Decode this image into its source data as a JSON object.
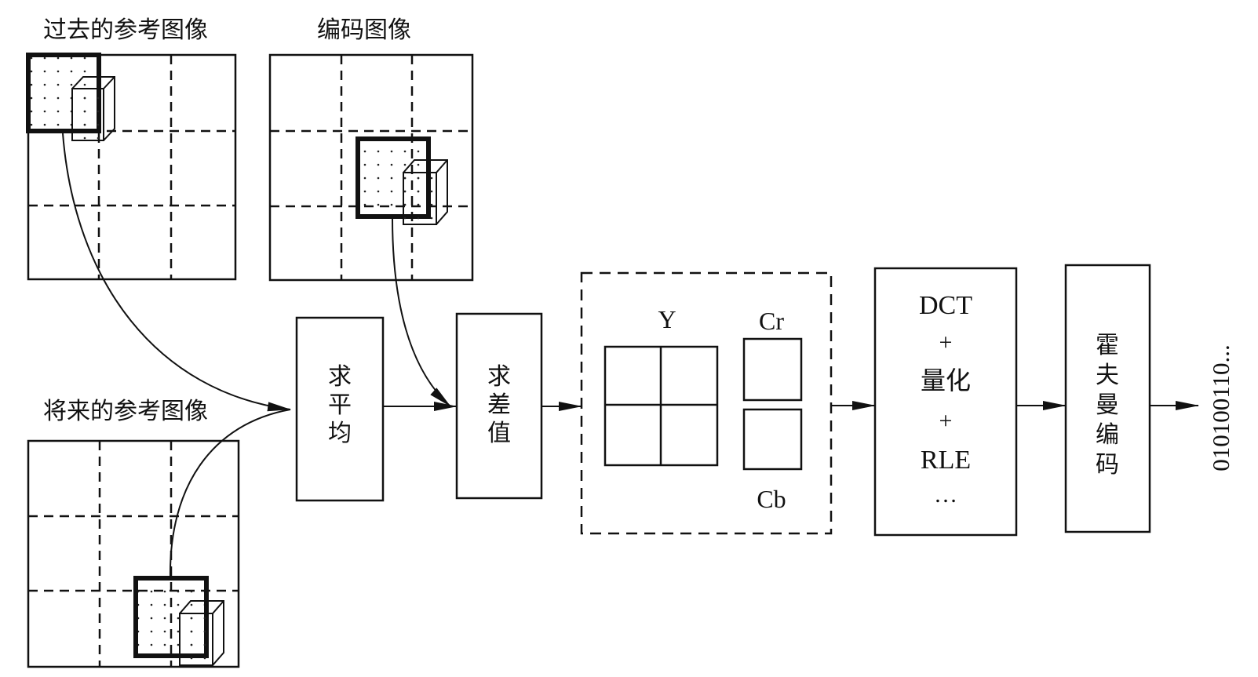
{
  "diagram": {
    "type": "block-diagram",
    "topic": "MPEG B-frame encoding pipeline",
    "frames": {
      "past_reference": {
        "label": "过去的参考图像",
        "grid": [
          3,
          3
        ],
        "block_cell": [
          0,
          0
        ]
      },
      "coded": {
        "label": "编码图像",
        "grid": [
          3,
          3
        ],
        "block_cell": [
          1,
          1
        ]
      },
      "future_reference": {
        "label": "将来的参考图像",
        "grid": [
          3,
          3
        ],
        "block_cell": [
          2,
          2
        ]
      }
    },
    "stages": {
      "average": {
        "label": [
          "求",
          "平",
          "均"
        ]
      },
      "difference": {
        "label": [
          "求",
          "差",
          "值"
        ]
      },
      "components": {
        "y_label": "Y",
        "cr_label": "Cr",
        "cb_label": "Cb"
      },
      "transform": {
        "lines": [
          "DCT",
          "+",
          "量化",
          "+",
          "RLE",
          "…"
        ]
      },
      "huffman": {
        "label": [
          "霍",
          "夫",
          "曼",
          "编",
          "码"
        ]
      }
    },
    "output": {
      "bitstream": "010100110..."
    },
    "colors": {
      "stroke": "#111111",
      "background": "#ffffff"
    }
  }
}
